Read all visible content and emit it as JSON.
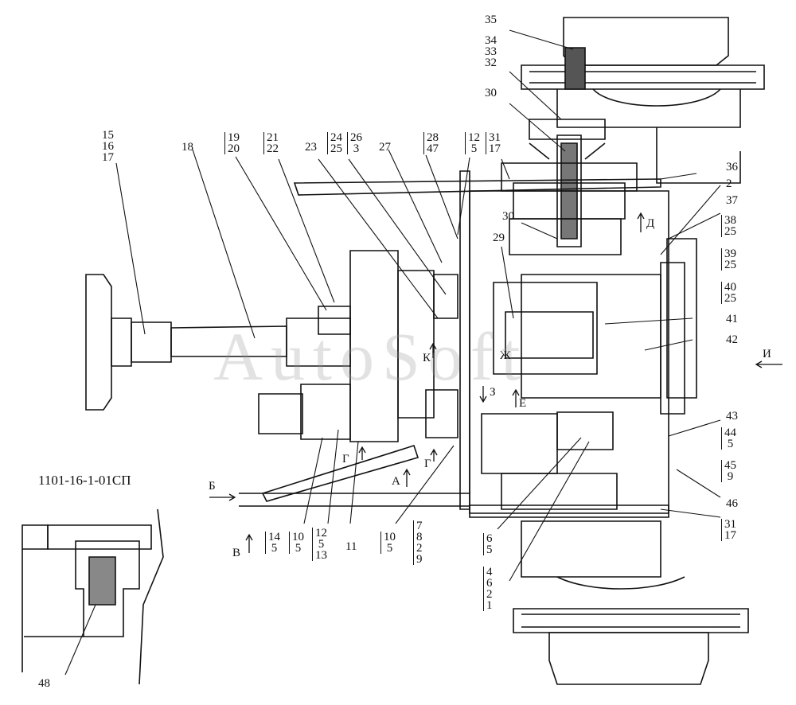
{
  "drawing": {
    "code": "1101-16-1-01СП",
    "watermark": "AutoSoft",
    "views": {
      "v_b": "Б",
      "v_v": "В",
      "v_i": "И",
      "v_g1": "Г",
      "v_g2": "Г",
      "v_a": "А",
      "v_e": "Е",
      "v_z": "З",
      "v_k": "К",
      "v_zh": "Ж",
      "v_d": "Д"
    },
    "callouts": {
      "c15": [
        "15",
        "16",
        "17"
      ],
      "c18": [
        "18"
      ],
      "c19": [
        "19",
        "20"
      ],
      "c21": [
        "21",
        "22"
      ],
      "c23": [
        "23"
      ],
      "c24": [
        "24",
        "25"
      ],
      "c26": [
        "26",
        "3"
      ],
      "c27": [
        "27"
      ],
      "c28": [
        "28",
        "47"
      ],
      "c12t": [
        "12",
        "5"
      ],
      "c31t": [
        "31",
        "17"
      ],
      "c35": [
        "35"
      ],
      "c34": [
        "34",
        "33",
        "32"
      ],
      "c30t": [
        "30"
      ],
      "c30b": [
        "30"
      ],
      "c29": [
        "29"
      ],
      "c36": [
        "36"
      ],
      "c2": [
        "2"
      ],
      "c37": [
        "37"
      ],
      "c38": [
        "38",
        "25"
      ],
      "c39": [
        "39",
        "25"
      ],
      "c40": [
        "40",
        "25"
      ],
      "c41": [
        "41"
      ],
      "c42": [
        "42"
      ],
      "c43": [
        "43"
      ],
      "c44": [
        "44",
        "5"
      ],
      "c45": [
        "45",
        "9"
      ],
      "c46": [
        "46"
      ],
      "c31b": [
        "31",
        "17"
      ],
      "c14": [
        "14",
        "5"
      ],
      "c10a": [
        "10",
        "5"
      ],
      "c12b": [
        "12",
        "5",
        "13"
      ],
      "c11": [
        "11"
      ],
      "c10b": [
        "10",
        "5"
      ],
      "c7": [
        "7",
        "8",
        "2",
        "9"
      ],
      "c6": [
        "6",
        "5"
      ],
      "c4": [
        "4",
        "6",
        "2",
        "1"
      ],
      "c48": [
        "48"
      ]
    }
  }
}
